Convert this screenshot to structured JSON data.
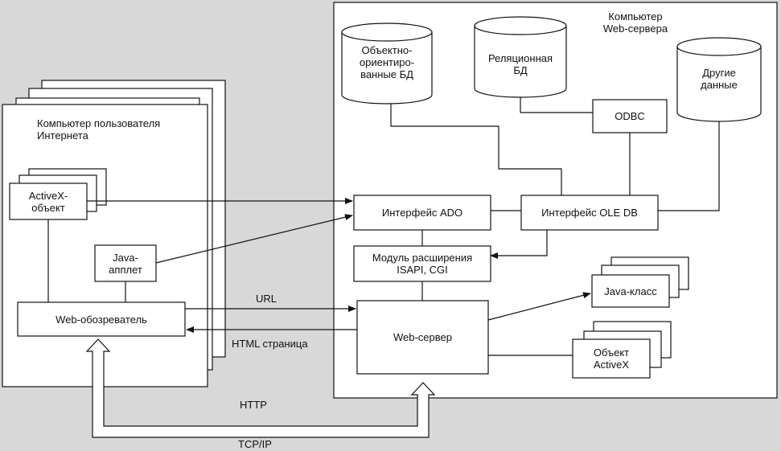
{
  "diagram": {
    "server_computer": "Компьютер\nWeb-сервера",
    "user_computer": "Компьютер пользователя\nИнтернета",
    "oo_db": "Объектно-\nориентиро-\nванные БД",
    "relational_db": "Реляционная\nБД",
    "other_data": "Другие\nданные",
    "odbc": "ODBC",
    "ado": "Интерфейс ADO",
    "oledb": "Интерфейс OLE DB",
    "isapi": "Модуль расширения\nISAPI, CGI",
    "activex_obj": "ActiveX-\nобъект",
    "java_applet": "Java-\nапплет",
    "browser": "Web-обозреватель",
    "web_server": "Web-сервер",
    "java_class": "Java-класс",
    "activex_server": "Объект\nActiveX",
    "url": "URL",
    "html_page": "HTML страница",
    "http": "HTTP",
    "tcpip": "TCP/IP"
  }
}
